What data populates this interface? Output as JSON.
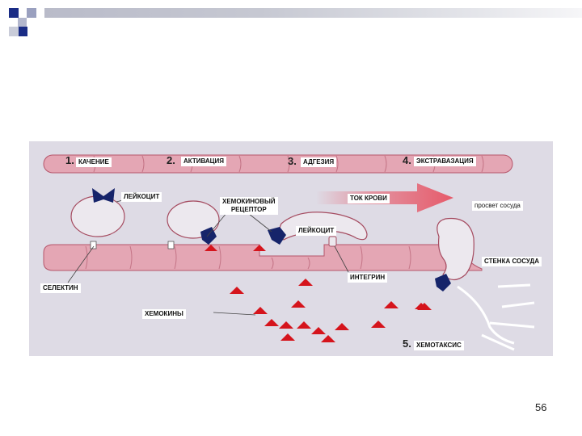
{
  "slide": {
    "page_number": "56"
  },
  "stages": [
    {
      "num": "1.",
      "label": "КАЧЕНИЕ"
    },
    {
      "num": "2.",
      "label": "АКТИВАЦИЯ"
    },
    {
      "num": "3.",
      "label": "АДГЕЗИЯ"
    },
    {
      "num": "4.",
      "label": "ЭКСТРАВАЗАЦИЯ"
    },
    {
      "num": "5.",
      "label": "ХЕМОТАКСИС"
    }
  ],
  "labels": {
    "leukocyte_1": "ЛЕЙКОЦИТ",
    "leukocyte_2": "ЛЕЙКОЦИТ",
    "chemokine_receptor": "ХЕМОКИНОВЫЙ\nРЕЦЕПТОР",
    "blood_flow": "ТОК КРОВИ",
    "vessel_lumen": "просвет сосуда",
    "vessel_wall": "СТЕНКА СОСУДА",
    "selectin": "СЕЛЕКТИН",
    "integrin": "ИНТЕГРИН",
    "chemokines": "ХЕМОКИНЫ"
  },
  "colors": {
    "vessel_wall": "#e4a6b4",
    "vessel_wall_dark": "#b5556a",
    "cell_fill": "#ece8ee",
    "cell_stroke": "#a54b60",
    "receptor": "#16246a",
    "chemokine": "#d5141c",
    "flow_arrow": "#e65a6a",
    "figure_bg": "#dedbe5"
  }
}
